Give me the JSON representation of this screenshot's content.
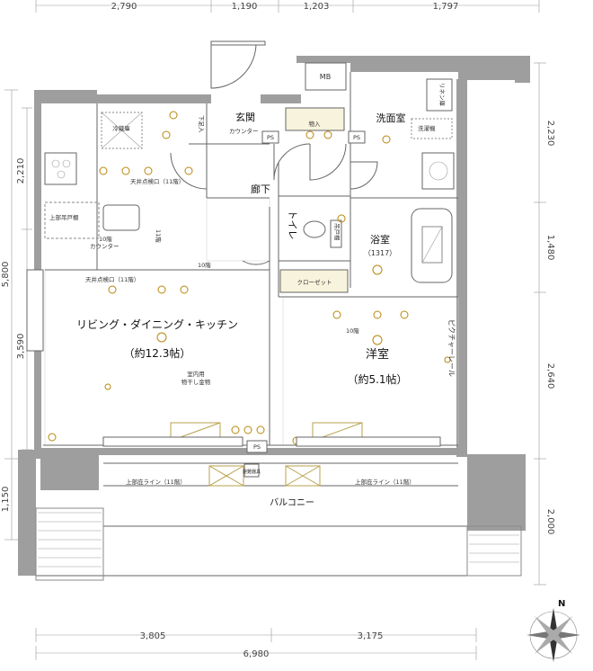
{
  "dimensions": {
    "top": [
      "2,790",
      "1,190",
      "1,203",
      "1,797"
    ],
    "bottom": [
      "3,805",
      "3,175"
    ],
    "bottom_total": "6,980",
    "left_outer": [
      "5,800",
      "1,150"
    ],
    "left_inner": [
      "2,210",
      "3,590"
    ],
    "right": [
      "2,230",
      "1,480",
      "2,640",
      "2,000"
    ]
  },
  "rooms": {
    "ldk": "リビング・ダイニング・キッチン",
    "ldk_size": "（約12.3帖）",
    "western": "洋室",
    "western_size": "（約5.1帖）",
    "entrance": "玄関",
    "hallway": "廊下",
    "toilet": "トイレ",
    "washroom": "洗面室",
    "bathroom": "浴室",
    "bathroom_size": "（1317）",
    "balcony": "バルコニー"
  },
  "labels": {
    "mb": "MB",
    "ps_1": "PS",
    "ps_2": "PS",
    "ps_3": "PS",
    "fridge": "冷蔵庫",
    "storage": "物入",
    "shoe_box": "下足入",
    "entrance_counter": "カウンター",
    "linen": "リネン庫",
    "washer": "洗濯機",
    "toilet_shelf": "吊戸棚",
    "closet": "クローゼット",
    "ceiling_inspection_1": "天井点検口（11階）",
    "ceiling_inspection_2": "天井点検口（11階）",
    "upper_cabinet": "上部吊戸棚",
    "kitchen_counter": "10階\nカウンター",
    "kitchen_counter_a": "10階",
    "kitchen_counter_b": "カウンター",
    "floor_11": "11階",
    "floor_10_a": "10階",
    "floor_10_b": "10階",
    "indoor_dryer_a": "室内用",
    "indoor_dryer_b": "物干し金物",
    "picture_rail": "ピクチャーレール",
    "eaves_line_1": "上部庇ライン（11階）",
    "eaves_line_2": "上部庇ライン（11階）",
    "fire_unit": "避難器具",
    "compass": "N"
  },
  "colors": {
    "wall": "#9e9e9e",
    "fixture": "#b8860b",
    "line": "#666666"
  }
}
